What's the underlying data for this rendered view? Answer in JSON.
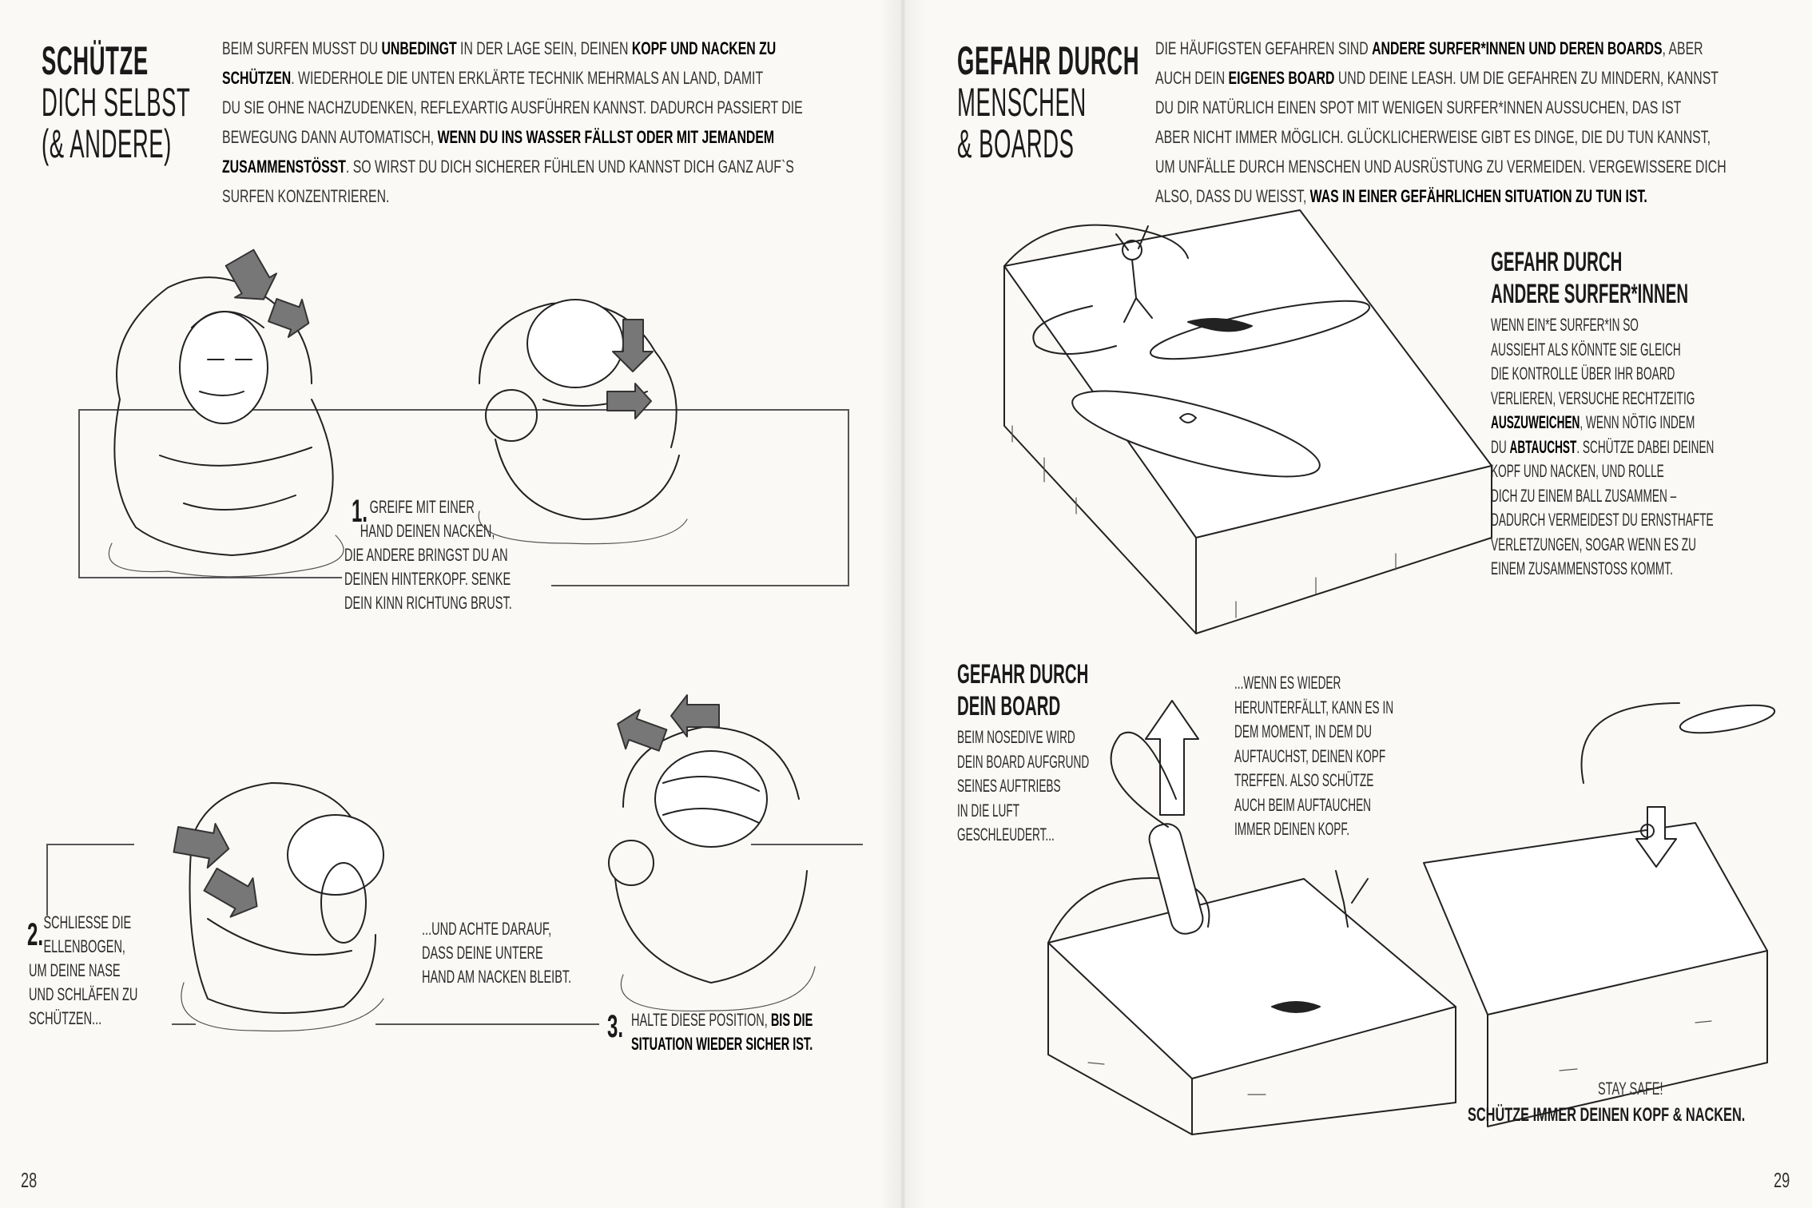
{
  "left_page": {
    "title": [
      "SCHÜTZE",
      "DICH SELBST",
      "(& ANDERE)"
    ],
    "intro": [
      [
        {
          "t": "BEIM SURFEN MUSST DU "
        },
        {
          "t": "UNBEDINGT",
          "b": true
        },
        {
          "t": " IN DER LAGE SEIN, DEINEN "
        },
        {
          "t": "KOPF UND NACKEN ZU",
          "b": true
        }
      ],
      [
        {
          "t": "SCHÜTZEN",
          "b": true
        },
        {
          "t": ". WIEDERHOLE DIE UNTEN ERKLÄRTE TECHNIK MEHRMALS AN LAND, DAMIT"
        }
      ],
      [
        {
          "t": "DU SIE OHNE NACHZUDENKEN, REFLEXARTIG AUSFÜHREN KANNST. DADURCH PASSIERT DIE"
        }
      ],
      [
        {
          "t": "BEWEGUNG DANN AUTOMATISCH, "
        },
        {
          "t": "WENN DU INS WASSER FÄLLST ODER MIT JEMANDEM",
          "b": true
        }
      ],
      [
        {
          "t": "ZUSAMMENSTÖSST",
          "b": true
        },
        {
          "t": ". SO WIRST DU DICH SICHERER FÜHLEN UND KANNST DICH GANZ AUF`S"
        }
      ],
      [
        {
          "t": "SURFEN KONZENTRIEREN."
        }
      ]
    ],
    "steps": [
      {
        "number": "1.",
        "lines": [
          "GREIFE MIT EINER",
          "HAND DEINEN NACKEN,",
          "DIE ANDERE BRINGST DU AN",
          "DEINEN HINTERKOPF. SENKE",
          "DEIN KINN RICHTUNG BRUST."
        ]
      },
      {
        "number": "2.",
        "lines": [
          "SCHLIESSE DIE",
          "ELLENBOGEN,",
          "UM DEINE NASE",
          "UND SCHLÄFEN ZU",
          "SCHÜTZEN..."
        ]
      },
      {
        "number": "3.",
        "lines": [
          [
            {
              "t": "HALTE DIESE POSITION, "
            },
            {
              "t": "BIS DIE",
              "b": true
            }
          ],
          [
            {
              "t": "SITUATION WIEDER SICHER IST.",
              "b": true
            }
          ]
        ]
      }
    ],
    "note": [
      "...UND ACHTE DARAUF,",
      "DASS DEINE UNTERE",
      "HAND AM NACKEN BLEIBT."
    ],
    "page_number": "28"
  },
  "right_page": {
    "title": [
      "GEFAHR DURCH",
      "MENSCHEN",
      "& BOARDS"
    ],
    "intro": [
      [
        {
          "t": "DIE HÄUFIGSTEN GEFAHREN SIND "
        },
        {
          "t": "ANDERE SURFER*INNEN UND DEREN BOARDS",
          "b": true
        },
        {
          "t": ", ABER"
        }
      ],
      [
        {
          "t": "AUCH DEIN "
        },
        {
          "t": "EIGENES BOARD",
          "b": true
        },
        {
          "t": " UND DEINE LEASH. UM DIE GEFAHREN ZU MINDERN, KANNST"
        }
      ],
      [
        {
          "t": "DU DIR NATÜRLICH EINEN SPOT MIT WENIGEN SURFER*INNEN AUSSUCHEN, DAS IST"
        }
      ],
      [
        {
          "t": "ABER NICHT IMMER MÖGLICH. GLÜCKLICHERWEISE GIBT ES DINGE, DIE DU TUN KANNST,"
        }
      ],
      [
        {
          "t": "UM UNFÄLLE DURCH MENSCHEN UND AUSRÜSTUNG ZU VERMEIDEN. VERGEWISSERE DICH"
        }
      ],
      [
        {
          "t": "ALSO, DASS DU WEISST, "
        },
        {
          "t": "WAS IN EINER GEFÄHRLICHEN SITUATION ZU TUN IST.",
          "b": true
        }
      ]
    ],
    "surfers_section": {
      "title": [
        "GEFAHR DURCH",
        "ANDERE SURFER*INNEN"
      ],
      "body": [
        "WENN EIN*E SURFER*IN SO",
        "AUSSIEHT ALS KÖNNTE SIE GLEICH",
        "DIE KONTROLLE ÜBER IHR BOARD",
        "VERLIEREN, VERSUCHE RECHTZEITIG",
        [
          {
            "t": "AUSZUWEICHEN",
            "b": true
          },
          {
            "t": ", WENN NÖTIG INDEM"
          }
        ],
        [
          {
            "t": "DU "
          },
          {
            "t": "ABTAUCHST",
            "b": true
          },
          {
            "t": ". SCHÜTZE DABEI DEINEN"
          }
        ],
        "KOPF UND NACKEN, UND ROLLE",
        "DICH ZU EINEM BALL ZUSAMMEN –",
        "DADURCH VERMEIDEST DU ERNSTHAFTE",
        "VERLETZUNGEN, SOGAR WENN ES ZU",
        "EINEM ZUSAMMENSTOSS KOMMT."
      ]
    },
    "board_section": {
      "title": [
        "GEFAHR DURCH",
        "DEIN BOARD"
      ],
      "body": [
        "BEIM NOSEDIVE WIRD",
        "DEIN BOARD AUFGRUND",
        "SEINES AUFTRIEBS",
        "IN DIE LUFT",
        "GESCHLEUDERT..."
      ],
      "continuation": [
        "...WENN ES WIEDER",
        "HERUNTERFÄLLT, KANN ES IN",
        "DEM MOMENT, IN DEM DU",
        "AUFTAUCHST, DEINEN KOPF",
        "TREFFEN. ALSO SCHÜTZE",
        "AUCH BEIM AUFTAUCHEN",
        "IMMER DEINEN KOPF."
      ]
    },
    "closing": {
      "line1": "STAY SAFE!",
      "line2": "SCHÜTZE IMMER DEINEN KOPF & NACKEN."
    },
    "page_number": "29"
  }
}
